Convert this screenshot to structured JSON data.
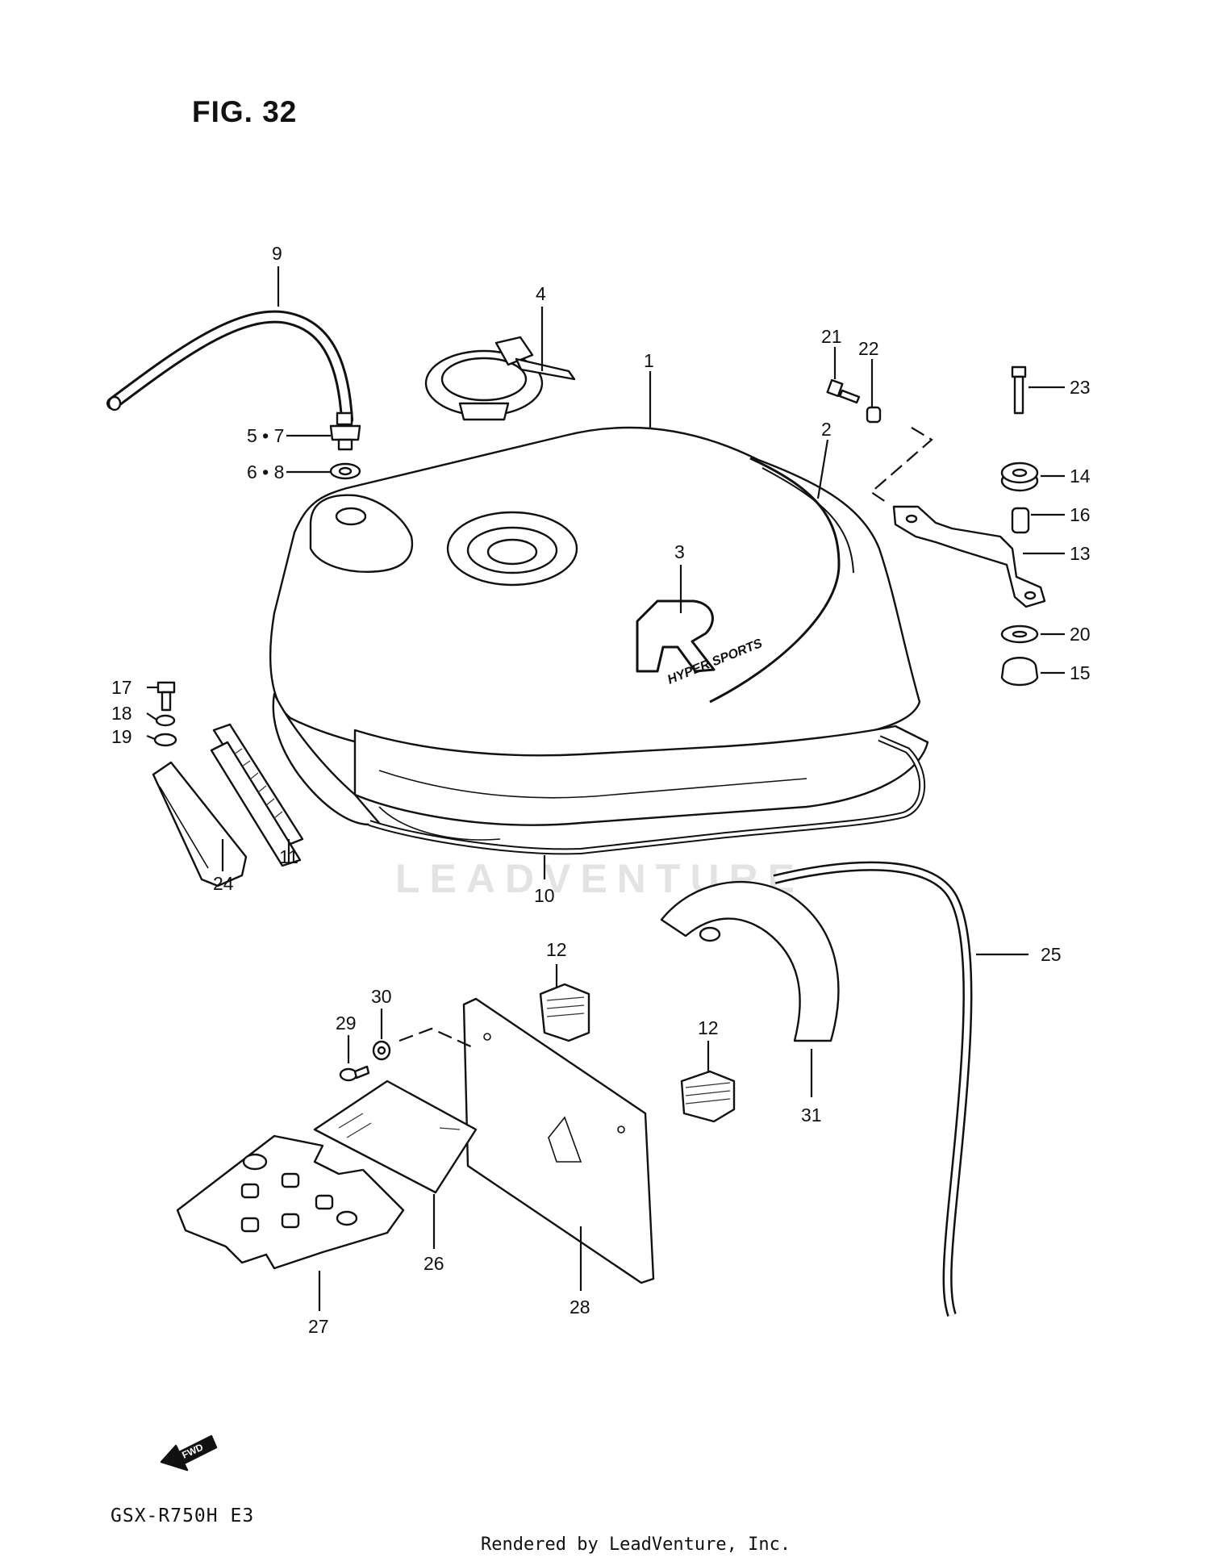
{
  "figure_title": "FIG. 32",
  "model_code": "GSX-R750H  E3",
  "footer": "Rendered by LeadVenture, Inc.",
  "watermark": "LEADVENTURE",
  "fwd_label": "FWD",
  "tank_decal": "HYPER SPORTS",
  "callouts": {
    "c1": "1",
    "c2": "2",
    "c3": "3",
    "c4": "4",
    "c5_7": "5 • 7",
    "c6_8": "6 • 8",
    "c9": "9",
    "c10": "10",
    "c11": "11",
    "c12a": "12",
    "c12b": "12",
    "c13": "13",
    "c14": "14",
    "c15": "15",
    "c16": "16",
    "c17": "17",
    "c18": "18",
    "c19": "19",
    "c20": "20",
    "c21": "21",
    "c22": "22",
    "c23": "23",
    "c24": "24",
    "c25": "25",
    "c26": "26",
    "c27": "27",
    "c28": "28",
    "c29": "29",
    "c30": "30",
    "c31": "31"
  }
}
